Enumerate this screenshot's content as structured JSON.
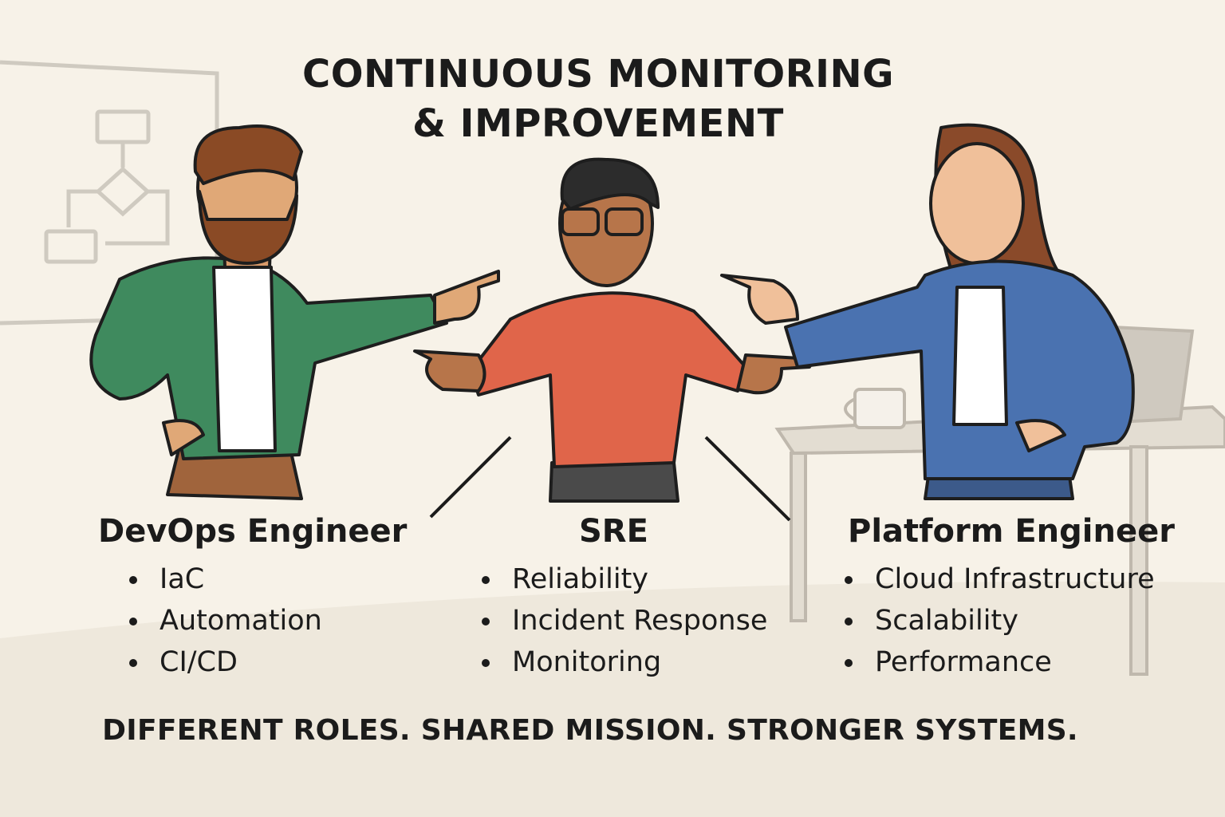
{
  "title_line1": "CONTINUOUS MONITORING",
  "title_line2": "& IMPROVEMENT",
  "roles": [
    {
      "title": "DevOps Engineer",
      "items": [
        "IaC",
        "Automation",
        "CI/CD"
      ]
    },
    {
      "title": "SRE",
      "items": [
        "Reliability",
        "Incident Response",
        "Monitoring"
      ]
    },
    {
      "title": "Platform Engineer",
      "items": [
        "Cloud Infrastructure",
        "Scalability",
        "Performance"
      ]
    }
  ],
  "tagline": "DIFFERENT ROLES. SHARED MISSION. STRONGER SYSTEMS.",
  "colors": {
    "background": "#f7f2e8",
    "devops_shirt": "#3f8a5e",
    "sre_sweater": "#e0654a",
    "platform_shirt": "#4a72b0",
    "text": "#1b1b1b"
  }
}
